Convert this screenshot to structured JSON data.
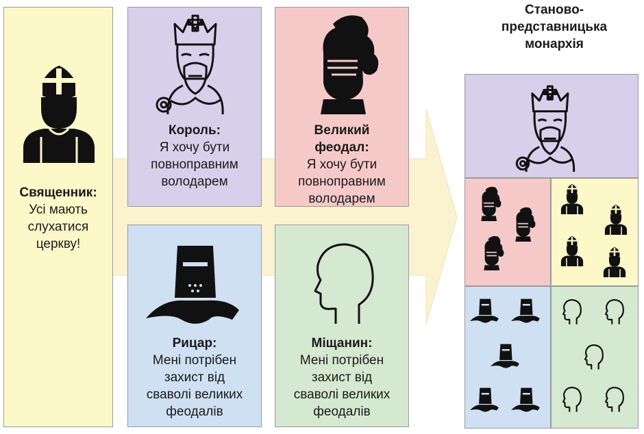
{
  "title": "Станово-представницька монархія",
  "title_lines": [
    "Станово-",
    "представницька",
    "монархія"
  ],
  "colors": {
    "priest": "#fdf8c8",
    "king": "#d6d0ea",
    "feudal": "#f6c9c9",
    "knight": "#cfe0f2",
    "citizen": "#d5e8d0",
    "arrow": "#fbf3cf"
  },
  "estates": {
    "priest": {
      "name": "Священник:",
      "speech": [
        "Усі мають",
        "слухатися",
        "церкву!"
      ],
      "icon": "priest-icon"
    },
    "king": {
      "name": "Король:",
      "speech": [
        "Я хочу бути",
        "повноправним",
        "володарем"
      ],
      "icon": "king-icon"
    },
    "feudal": {
      "name": [
        "Великий",
        "феодал:"
      ],
      "speech": [
        "Я хочу бути",
        "повноправним",
        "володарем"
      ],
      "icon": "knight-helmet-icon"
    },
    "knight": {
      "name": "Рицар:",
      "speech": [
        "Мені потрібен",
        "захист від",
        "сваволі великих",
        "феодалів"
      ],
      "icon": "knight-icon"
    },
    "citizen": {
      "name": "Міщанин:",
      "speech": [
        "Мені потрібен",
        "захист від",
        "сваволі великих",
        "феодалів"
      ],
      "icon": "citizen-head-icon"
    }
  },
  "monarchy": {
    "king_count": 1,
    "feudal_count": 3,
    "priest_count": 4,
    "knight_count": 5,
    "citizen_count": 5
  }
}
